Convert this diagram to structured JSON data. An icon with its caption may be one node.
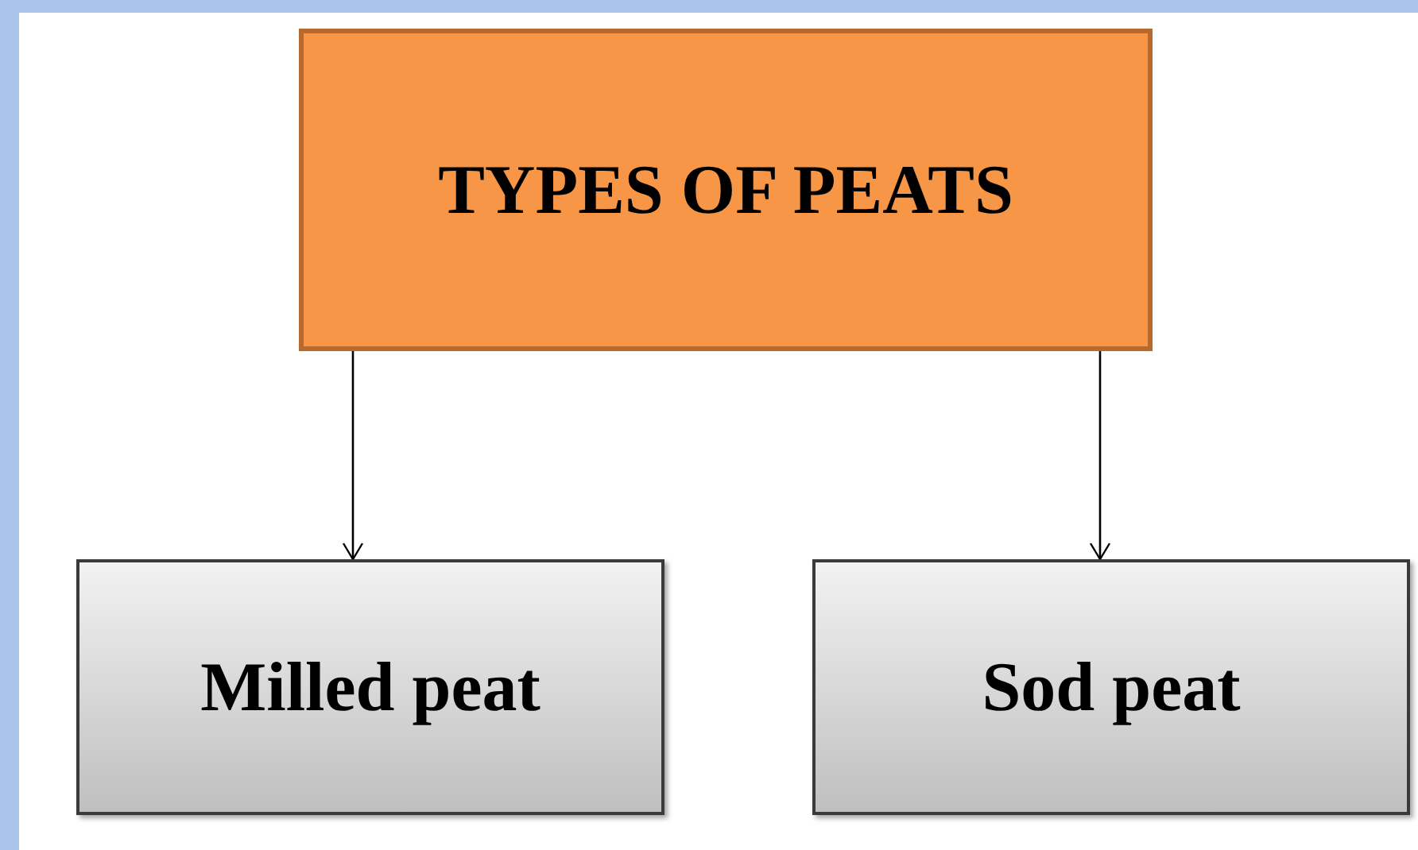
{
  "diagram": {
    "nodes": [
      {
        "text": [
          "TYPES OF PEATS"
        ]
      },
      {
        "text": [
          "Milled peat"
        ]
      },
      {
        "text": [
          "Sod peat"
        ]
      }
    ],
    "edges": [
      {
        "from": 0,
        "to": 1,
        "arrow": "to"
      },
      {
        "from": 0,
        "to": 2,
        "arrow": "to"
      }
    ]
  }
}
